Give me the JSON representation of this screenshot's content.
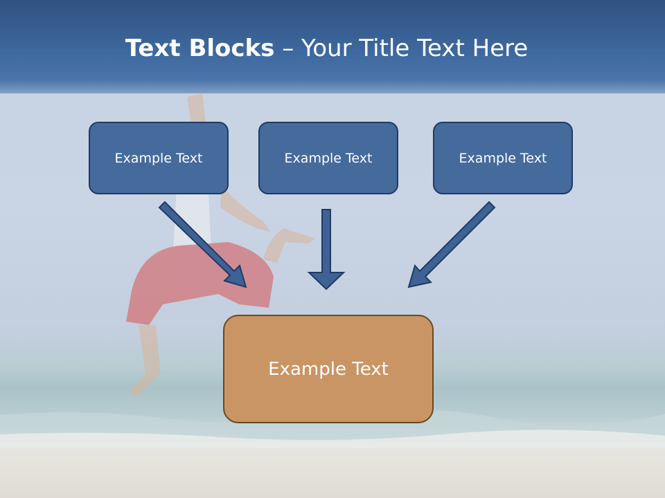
{
  "slide": {
    "title_bold": "Text Blocks",
    "title_rest": " – Your Title Text Here",
    "top_boxes": [
      {
        "label": "Example Text"
      },
      {
        "label": "Example Text"
      },
      {
        "label": "Example Text"
      }
    ],
    "bottom_box": {
      "label": "Example Text"
    }
  },
  "colors": {
    "box_fill": "#456a9c",
    "box_border": "#1f3a64",
    "bottom_fill": "#c99564",
    "bottom_border": "#6a4725",
    "title_band": "#3a6399"
  }
}
